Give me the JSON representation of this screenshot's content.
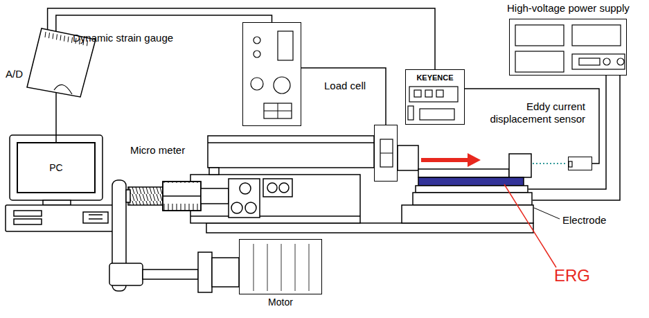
{
  "diagram": {
    "nodes": [
      {
        "text": [
          "A/D"
        ]
      },
      {
        "text": [
          "PC"
        ]
      },
      {
        "text": [
          "Dynamic strain gauge"
        ]
      },
      {
        "text": [
          "KEYENCE"
        ]
      },
      {
        "text": [
          "High-voltage power supply"
        ]
      },
      {
        "text": [
          "Load cell"
        ]
      },
      {
        "text": [
          "Eddy current displacement sensor"
        ]
      },
      {
        "text": [
          "Motor"
        ]
      }
    ],
    "edges": [
      {
        "from": 1,
        "to": 0,
        "arrow": "none"
      },
      {
        "from": 0,
        "to": 2,
        "arrow": "none"
      },
      {
        "from": 0,
        "to": 3,
        "arrow": "none"
      },
      {
        "from": 2,
        "to": 5,
        "arrow": "none"
      },
      {
        "from": 3,
        "to": 6,
        "arrow": "none"
      }
    ],
    "labels": [
      "Micro meter",
      "Electrode",
      "ERG"
    ]
  }
}
